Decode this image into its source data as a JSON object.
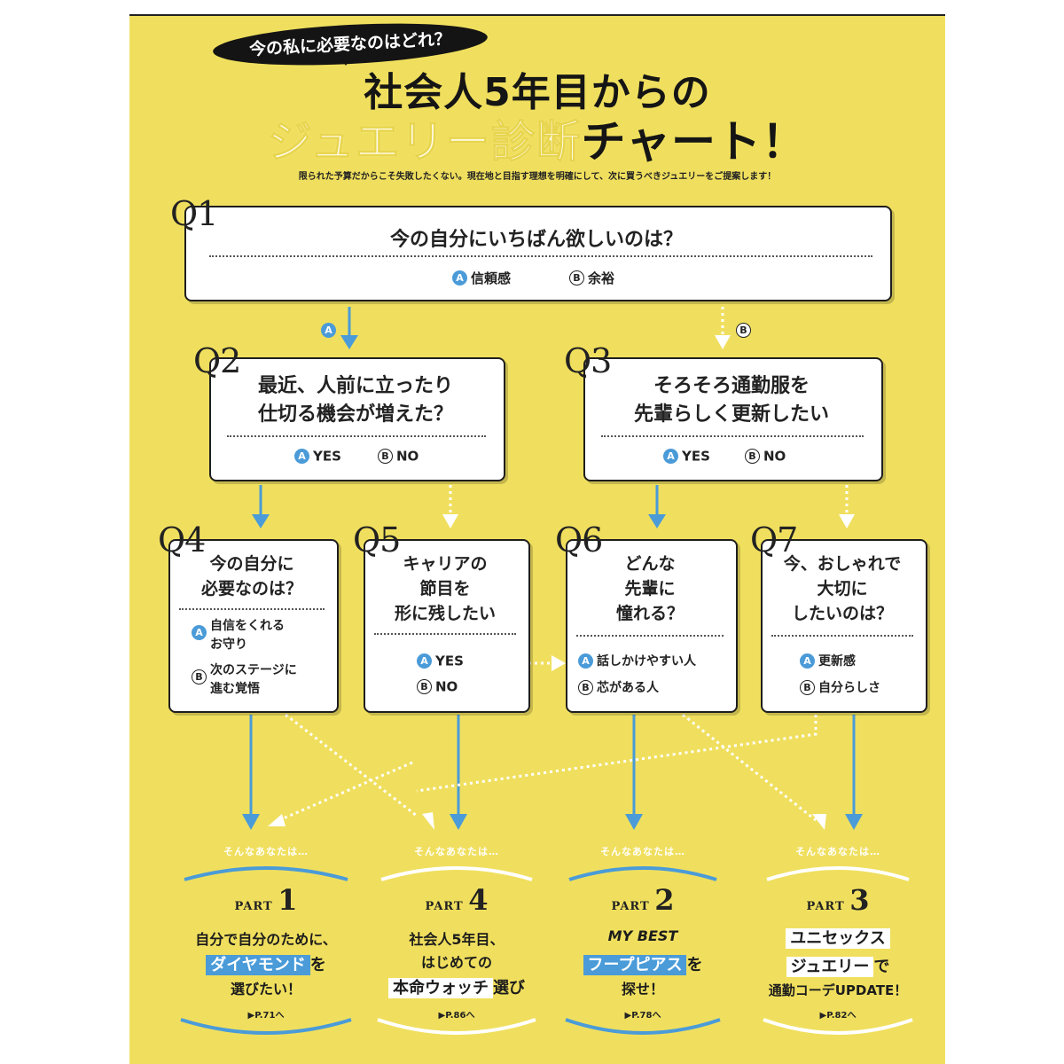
{
  "header": {
    "bubble": "今の私に必要なのはどれ？",
    "title_line1": "社会人5年目からの",
    "title_line2_outline": "ジュエリー診断",
    "title_line2_solid": "チャート！",
    "subtitle": "限られた予算だからこそ失敗したくない。現在地と目指す理想を明確にして、次に買うべきジュエリーをご提案します！"
  },
  "colors": {
    "background": "#f0df5e",
    "accent_blue": "#4a9bd8",
    "box_white": "#ffffff"
  },
  "q1": {
    "label": "Q1",
    "text": "今の自分にいちばん欲しいのは？",
    "opt_a": "信頼感",
    "opt_b": "余裕"
  },
  "q2": {
    "label": "Q2",
    "line1": "最近、人前に立ったり",
    "line2": "仕切る機会が増えた？",
    "opt_a": "YES",
    "opt_b": "NO"
  },
  "q3": {
    "label": "Q3",
    "line1": "そろそろ通勤服を",
    "line2": "先輩らしく更新したい",
    "opt_a": "YES",
    "opt_b": "NO"
  },
  "q4": {
    "label": "Q4",
    "line1": "今の自分に",
    "line2": "必要なのは？",
    "opt_a_1": "自信をくれる",
    "opt_a_2": "お守り",
    "opt_b_1": "次のステージに",
    "opt_b_2": "進む覚悟"
  },
  "q5": {
    "label": "Q5",
    "line1": "キャリアの",
    "line2": "節目を",
    "line3": "形に残したい",
    "opt_a": "YES",
    "opt_b": "NO"
  },
  "q6": {
    "label": "Q6",
    "line1": "どんな",
    "line2": "先輩に",
    "line3": "憧れる？",
    "opt_a": "話しかけやすい人",
    "opt_b": "芯がある人"
  },
  "q7": {
    "label": "Q7",
    "line1": "今、おしゃれで",
    "line2": "大切に",
    "line3": "したいのは？",
    "opt_a": "更新感",
    "opt_b": "自分らしさ"
  },
  "branch_labels": {
    "a": "A",
    "b": "B"
  },
  "results": [
    {
      "pre": "そんなあなたは…",
      "part_word": "PART",
      "part_num": "1",
      "line1": "自分で自分のために、",
      "line2_hl": "ダイヤモンド",
      "line2_rest": "を",
      "line3": "選びたい！",
      "ref": "▶P.71へ"
    },
    {
      "pre": "そんなあなたは…",
      "part_word": "PART",
      "part_num": "4",
      "line1": "社会人5年目、",
      "line2": "はじめての",
      "line3_hl": "本命ウォッチ",
      "line3_rest": "選び",
      "ref": "▶P.86へ"
    },
    {
      "pre": "そんなあなたは…",
      "part_word": "PART",
      "part_num": "2",
      "line1": "MY BEST",
      "line2_hl": "フープピアス",
      "line2_rest": "を",
      "line3": "探せ！",
      "ref": "▶P.78へ"
    },
    {
      "pre": "そんなあなたは…",
      "part_word": "PART",
      "part_num": "3",
      "line1_hl": "ユニセックス",
      "line2_hl": "ジュエリー",
      "line2_rest": "で",
      "line3": "通勤コーデUPDATE！",
      "ref": "▶P.82へ"
    }
  ]
}
